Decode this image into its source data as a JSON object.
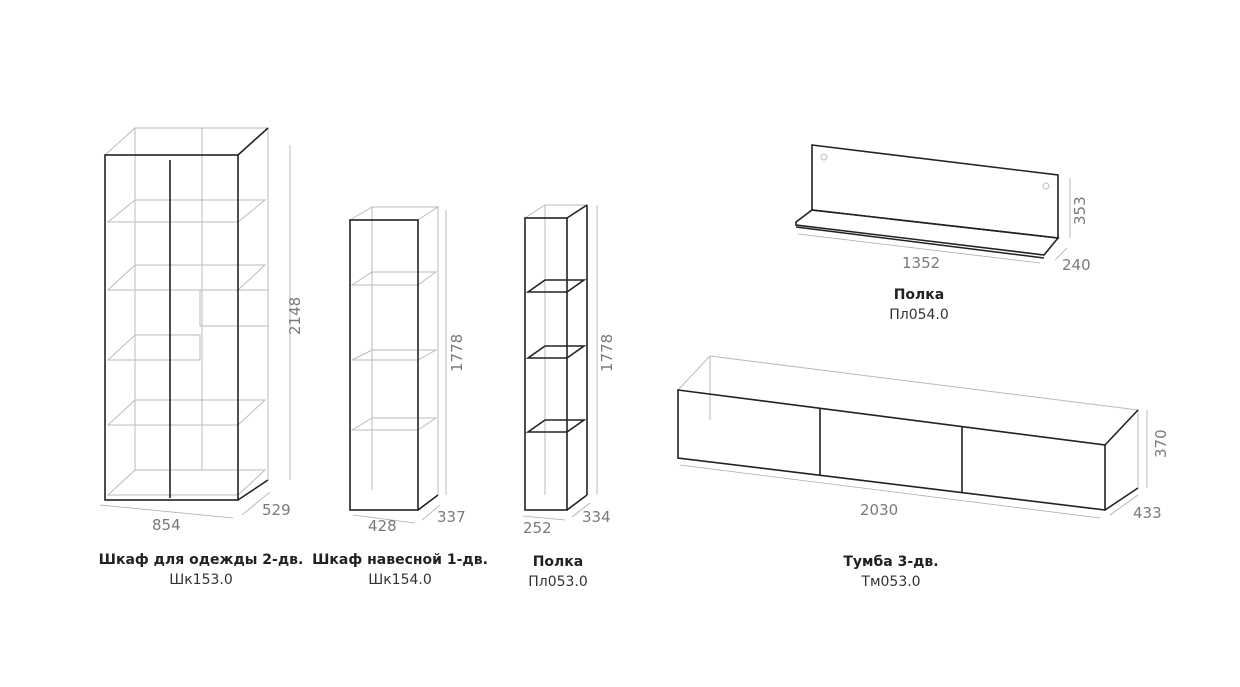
{
  "items": [
    {
      "title": "Шкаф для одежды 2-дв.",
      "code": "Шк153.0",
      "width": "854",
      "depth": "529",
      "height": "2148"
    },
    {
      "title": "Шкаф навесной 1-дв.",
      "code": "Шк154.0",
      "width": "428",
      "depth": "337",
      "height": "1778"
    },
    {
      "title": "Полка",
      "code": "Пл053.0",
      "width": "252",
      "depth": "334",
      "height": "1778"
    },
    {
      "title": "Полка",
      "code": "Пл054.0",
      "width": "1352",
      "depth": "240",
      "height": "353"
    },
    {
      "title": "Тумба 3-дв.",
      "code": "Тм053.0",
      "width": "2030",
      "depth": "433",
      "height": "370"
    }
  ]
}
